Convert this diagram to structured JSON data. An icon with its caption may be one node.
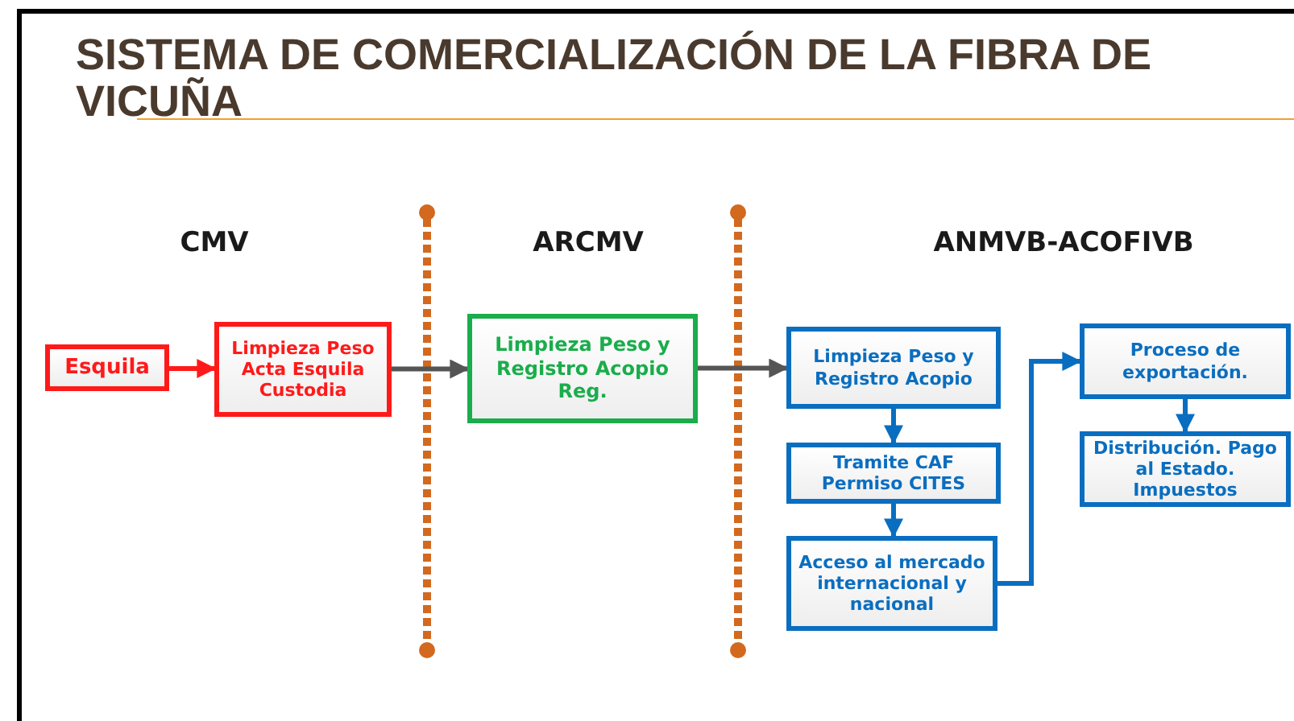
{
  "diagram": {
    "title": "SISTEMA DE COMERCIALIZACIÓN DE LA FIBRA DE VICUÑA",
    "nodes": [
      {
        "text": [
          "Esquila"
        ]
      },
      {
        "text": [
          "Limpieza Peso Acta Esquila Custodia"
        ]
      },
      {
        "text": [
          "Limpieza Peso y Registro Acopio Reg."
        ]
      },
      {
        "text": [
          "Limpieza Peso y Registro Acopio"
        ]
      },
      {
        "text": [
          "Tramite CAF Permiso CITES"
        ]
      },
      {
        "text": [
          "Acceso al mercado internacional y nacional"
        ]
      },
      {
        "text": [
          "Proceso de exportación."
        ]
      },
      {
        "text": [
          "Distribución. Pago al Estado. Impuestos"
        ]
      }
    ],
    "edges": [
      {
        "from": 0,
        "to": 1,
        "arrow": "to",
        "color": "#ff1a1a"
      },
      {
        "from": 1,
        "to": 2,
        "arrow": "to",
        "color": "#555555"
      },
      {
        "from": 2,
        "to": 3,
        "arrow": "to",
        "color": "#555555"
      },
      {
        "from": 3,
        "to": 4,
        "arrow": "to"
      },
      {
        "from": 4,
        "to": 5,
        "arrow": "to"
      },
      {
        "from": 5,
        "to": 6,
        "arrow": "to"
      },
      {
        "from": 6,
        "to": 7,
        "arrow": "to"
      }
    ],
    "labels": [
      "CMV",
      "ARCMV",
      "ANMVB-ACOFIVB"
    ]
  }
}
